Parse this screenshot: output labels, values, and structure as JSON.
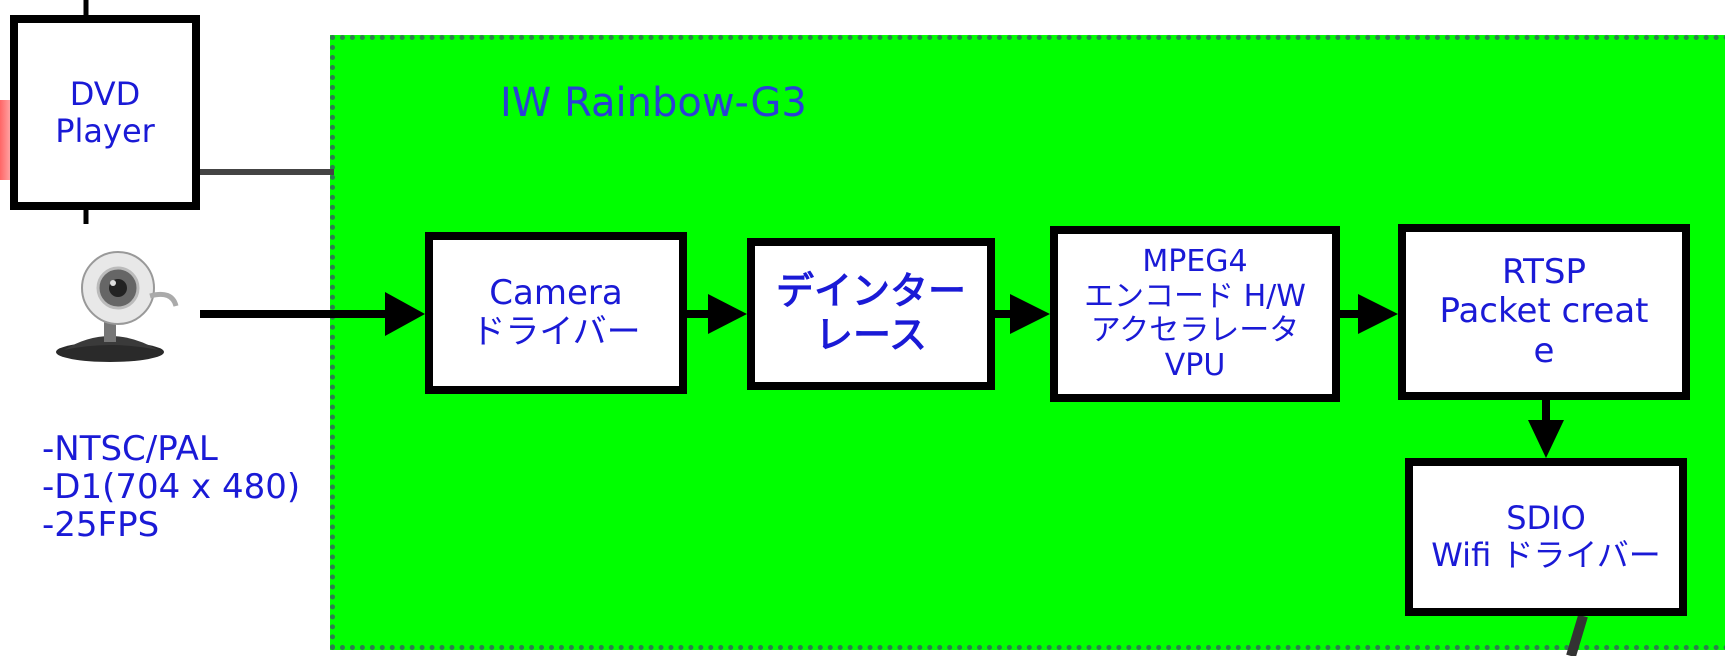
{
  "colors": {
    "region_fill": "#00ff00",
    "region_border": "#2e7d4f",
    "block_text": "#1a1ad6",
    "region_label": "#2a3fd6",
    "block_border": "#000000"
  },
  "region": {
    "label": "IW Rainbow-G3"
  },
  "blocks": {
    "dvd": {
      "line1": "DVD",
      "line2": "Player"
    },
    "camera_driver": {
      "line1": "Camera",
      "line2": "ドライバー"
    },
    "deinterlace": {
      "line1": "デインター",
      "line2": "レース"
    },
    "mpeg4": {
      "line1": "MPEG4",
      "line2": "エンコード H/W",
      "line3": "アクセラレータ",
      "line4": "VPU"
    },
    "rtsp": {
      "line1": "RTSP",
      "line2": "Packet creat",
      "line3": "e"
    },
    "sdio": {
      "line1": "SDIO",
      "line2": "Wifi ドライバー"
    }
  },
  "camera_spec": {
    "line1": "-NTSC/PAL",
    "line2": "-D1(704 x 480)",
    "line3": "-25FPS"
  },
  "icons": {
    "camera": "webcam-icon"
  }
}
